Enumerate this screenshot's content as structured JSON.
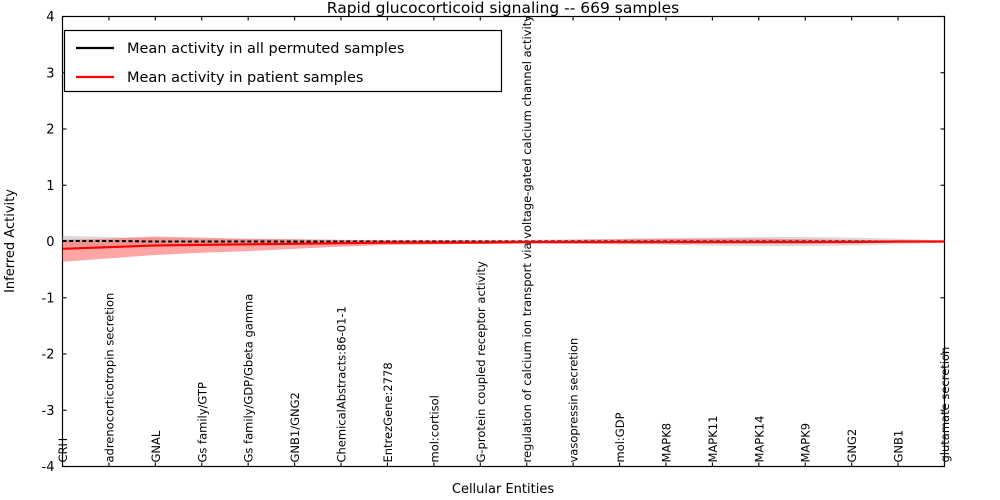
{
  "chart_data": {
    "type": "line",
    "title": "Rapid glucocorticoid signaling -- 669 samples",
    "xlabel": "Cellular Entities",
    "ylabel": "Inferred Activity",
    "ylim": [
      -4,
      4
    ],
    "yticks": [
      -4,
      -3,
      -2,
      -1,
      0,
      1,
      2,
      3,
      4
    ],
    "ytick_labels": [
      "-4",
      "-3",
      "-2",
      "-1",
      "0",
      "1",
      "2",
      "3",
      "4"
    ],
    "grid": false,
    "legend_position": "upper left",
    "categories": [
      "CRH",
      "adrenocorticotropin secretion",
      "GNAL",
      "Gs family/GTP",
      "Gs family/GDP/Gbeta gamma",
      "GNB1/GNG2",
      "ChemicalAbstracts:86-01-1",
      "EntrezGene:2778",
      "mol:cortisol",
      "G-protein coupled receptor activity",
      "regulation of calcium ion transport via voltage-gated calcium channel activity",
      "vasopressin secretion",
      "mol:GDP",
      "MAPK8",
      "MAPK11",
      "MAPK14",
      "MAPK9",
      "GNG2",
      "GNB1",
      "glutamate secretion"
    ],
    "series": [
      {
        "name": "Mean activity in all permuted samples",
        "color": "#000000",
        "style": "dotted",
        "values": [
          0.01,
          0.01,
          0.0,
          0.0,
          0.0,
          0.0,
          0.0,
          0.0,
          0.0,
          0.0,
          0.0,
          0.0,
          0.0,
          0.0,
          0.0,
          0.0,
          0.0,
          0.0,
          0.0,
          0.0
        ],
        "band_color": "#b4b4b4",
        "band_upper": [
          0.1,
          0.08,
          0.06,
          0.05,
          0.04,
          0.04,
          0.03,
          0.03,
          0.03,
          0.03,
          0.03,
          0.04,
          0.05,
          0.06,
          0.07,
          0.08,
          0.08,
          0.07,
          0.05,
          0.02
        ],
        "band_lower": [
          -0.09,
          -0.07,
          -0.05,
          -0.04,
          -0.04,
          -0.03,
          -0.03,
          -0.03,
          -0.03,
          -0.03,
          -0.03,
          -0.04,
          -0.05,
          -0.06,
          -0.07,
          -0.08,
          -0.08,
          -0.07,
          -0.05,
          -0.02
        ]
      },
      {
        "name": "Mean activity in patient samples",
        "color": "#ff0000",
        "style": "solid",
        "values": [
          -0.13,
          -0.1,
          -0.07,
          -0.06,
          -0.05,
          -0.04,
          -0.03,
          -0.02,
          -0.02,
          -0.02,
          -0.01,
          -0.01,
          -0.01,
          -0.01,
          -0.01,
          -0.01,
          -0.01,
          -0.01,
          0.0,
          0.0
        ],
        "band_color": "#ff5b5b",
        "band_upper": [
          0.03,
          0.05,
          0.09,
          0.07,
          0.05,
          0.04,
          0.03,
          0.02,
          0.02,
          0.02,
          0.02,
          0.03,
          0.04,
          0.05,
          0.05,
          0.05,
          0.04,
          0.03,
          0.02,
          0.01
        ],
        "band_lower": [
          -0.36,
          -0.3,
          -0.24,
          -0.2,
          -0.17,
          -0.13,
          -0.09,
          -0.06,
          -0.05,
          -0.04,
          -0.04,
          -0.04,
          -0.04,
          -0.04,
          -0.04,
          -0.04,
          -0.04,
          -0.03,
          -0.02,
          -0.01
        ]
      }
    ]
  },
  "legend": {
    "entries": [
      {
        "label": "Mean activity in all permuted samples",
        "color": "#000000"
      },
      {
        "label": "Mean activity in patient samples",
        "color": "#ff0000"
      }
    ]
  }
}
